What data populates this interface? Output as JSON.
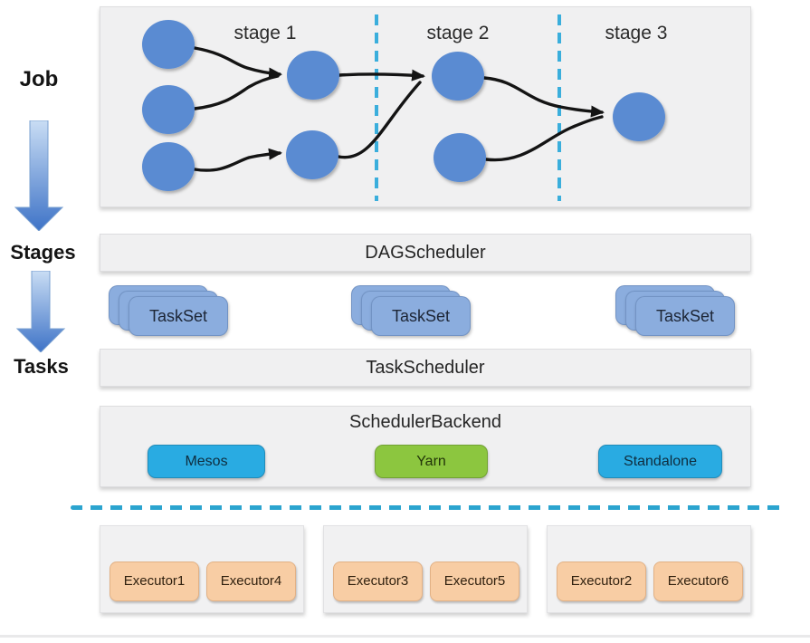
{
  "left_rail": {
    "job_label": "Job",
    "stages_label": "Stages",
    "tasks_label": "Tasks"
  },
  "dag_panel": {
    "stage_labels": [
      "stage 1",
      "stage 2",
      "stage 3"
    ],
    "node_count_per_stage": [
      5,
      2,
      1
    ]
  },
  "bars": {
    "dag_scheduler": "DAGScheduler",
    "task_scheduler": "TaskScheduler"
  },
  "tasksets": [
    "TaskSet",
    "TaskSet",
    "TaskSet"
  ],
  "scheduler_backend": {
    "title": "SchedulerBackend",
    "backends": [
      {
        "label": "Mesos",
        "color": "#29abe2"
      },
      {
        "label": "Yarn",
        "color": "#8cc63f"
      },
      {
        "label": "Standalone",
        "color": "#29abe2"
      }
    ]
  },
  "executor_groups": [
    {
      "executors": [
        "Executor1",
        "Executor4"
      ]
    },
    {
      "executors": [
        "Executor3",
        "Executor5"
      ]
    },
    {
      "executors": [
        "Executor2",
        "Executor6"
      ]
    }
  ],
  "colors": {
    "node_blue": "#5a8bd2",
    "edge_black": "#141414",
    "stage_divider_blue": "#3aaedc",
    "taskset_blue": "#8badde",
    "backend_blue": "#29abe2",
    "backend_green": "#8cc63f",
    "executor_peach": "#f8cda4",
    "separator_blue": "#2ba4cf",
    "flow_arrow_light": "#c9ddf4",
    "flow_arrow_dark": "#3e73c7",
    "panel_gray": "#f0f0f1"
  }
}
